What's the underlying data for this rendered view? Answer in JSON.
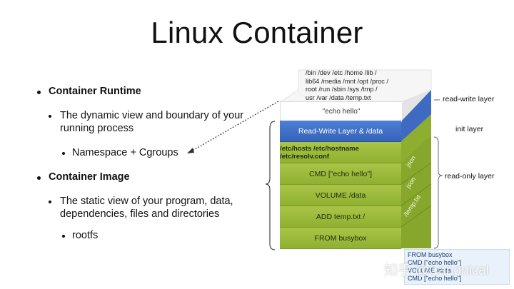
{
  "title": "Linux Container",
  "bullets": {
    "runtime_heading": "Container Runtime",
    "runtime_desc_line1": "The dynamic view and boundary of your",
    "runtime_desc_line2": "running process",
    "runtime_sub": "Namespace + Cgroups",
    "image_heading": "Container Image",
    "image_desc_line1": "The static view of your program, data,",
    "image_desc_line2": "dependencies, files and directories",
    "image_sub": "rootfs"
  },
  "stack": {
    "rootfs_lines": [
      "/bin  /dev  /etc  /home  /lib  /",
      "lib64 /media  /mnt  /opt  /proc  /",
      "root  /run  /sbin  /sys  /tmp  /",
      "usr  /var /data /temp.txt"
    ],
    "top_layer": "\"echo hello\"",
    "layers": [
      "Read-Write Layer & /data",
      "/etc/hosts /etc/hostname /etc/resolv.conf",
      "CMD [\"echo hello\"]",
      "VOLUME /data",
      "ADD temp.txt /",
      "FROM busybox"
    ],
    "side_text": [
      "json",
      "json",
      "/temp.txt"
    ],
    "labels": {
      "read_write": "read-write layer",
      "init": "init layer",
      "read_only": "read-only layer"
    }
  },
  "dockerfile": {
    "lines": [
      "FROM busybox",
      "CMD [\"echo hello\"]",
      "VOLUME /data",
      "CMD [\"echo hello\"]"
    ]
  },
  "watermark": "知乎 @Canonical",
  "colors": {
    "green_layer": "#9bbb3c",
    "blue_layer": "#4472c4",
    "text": "#111111"
  }
}
